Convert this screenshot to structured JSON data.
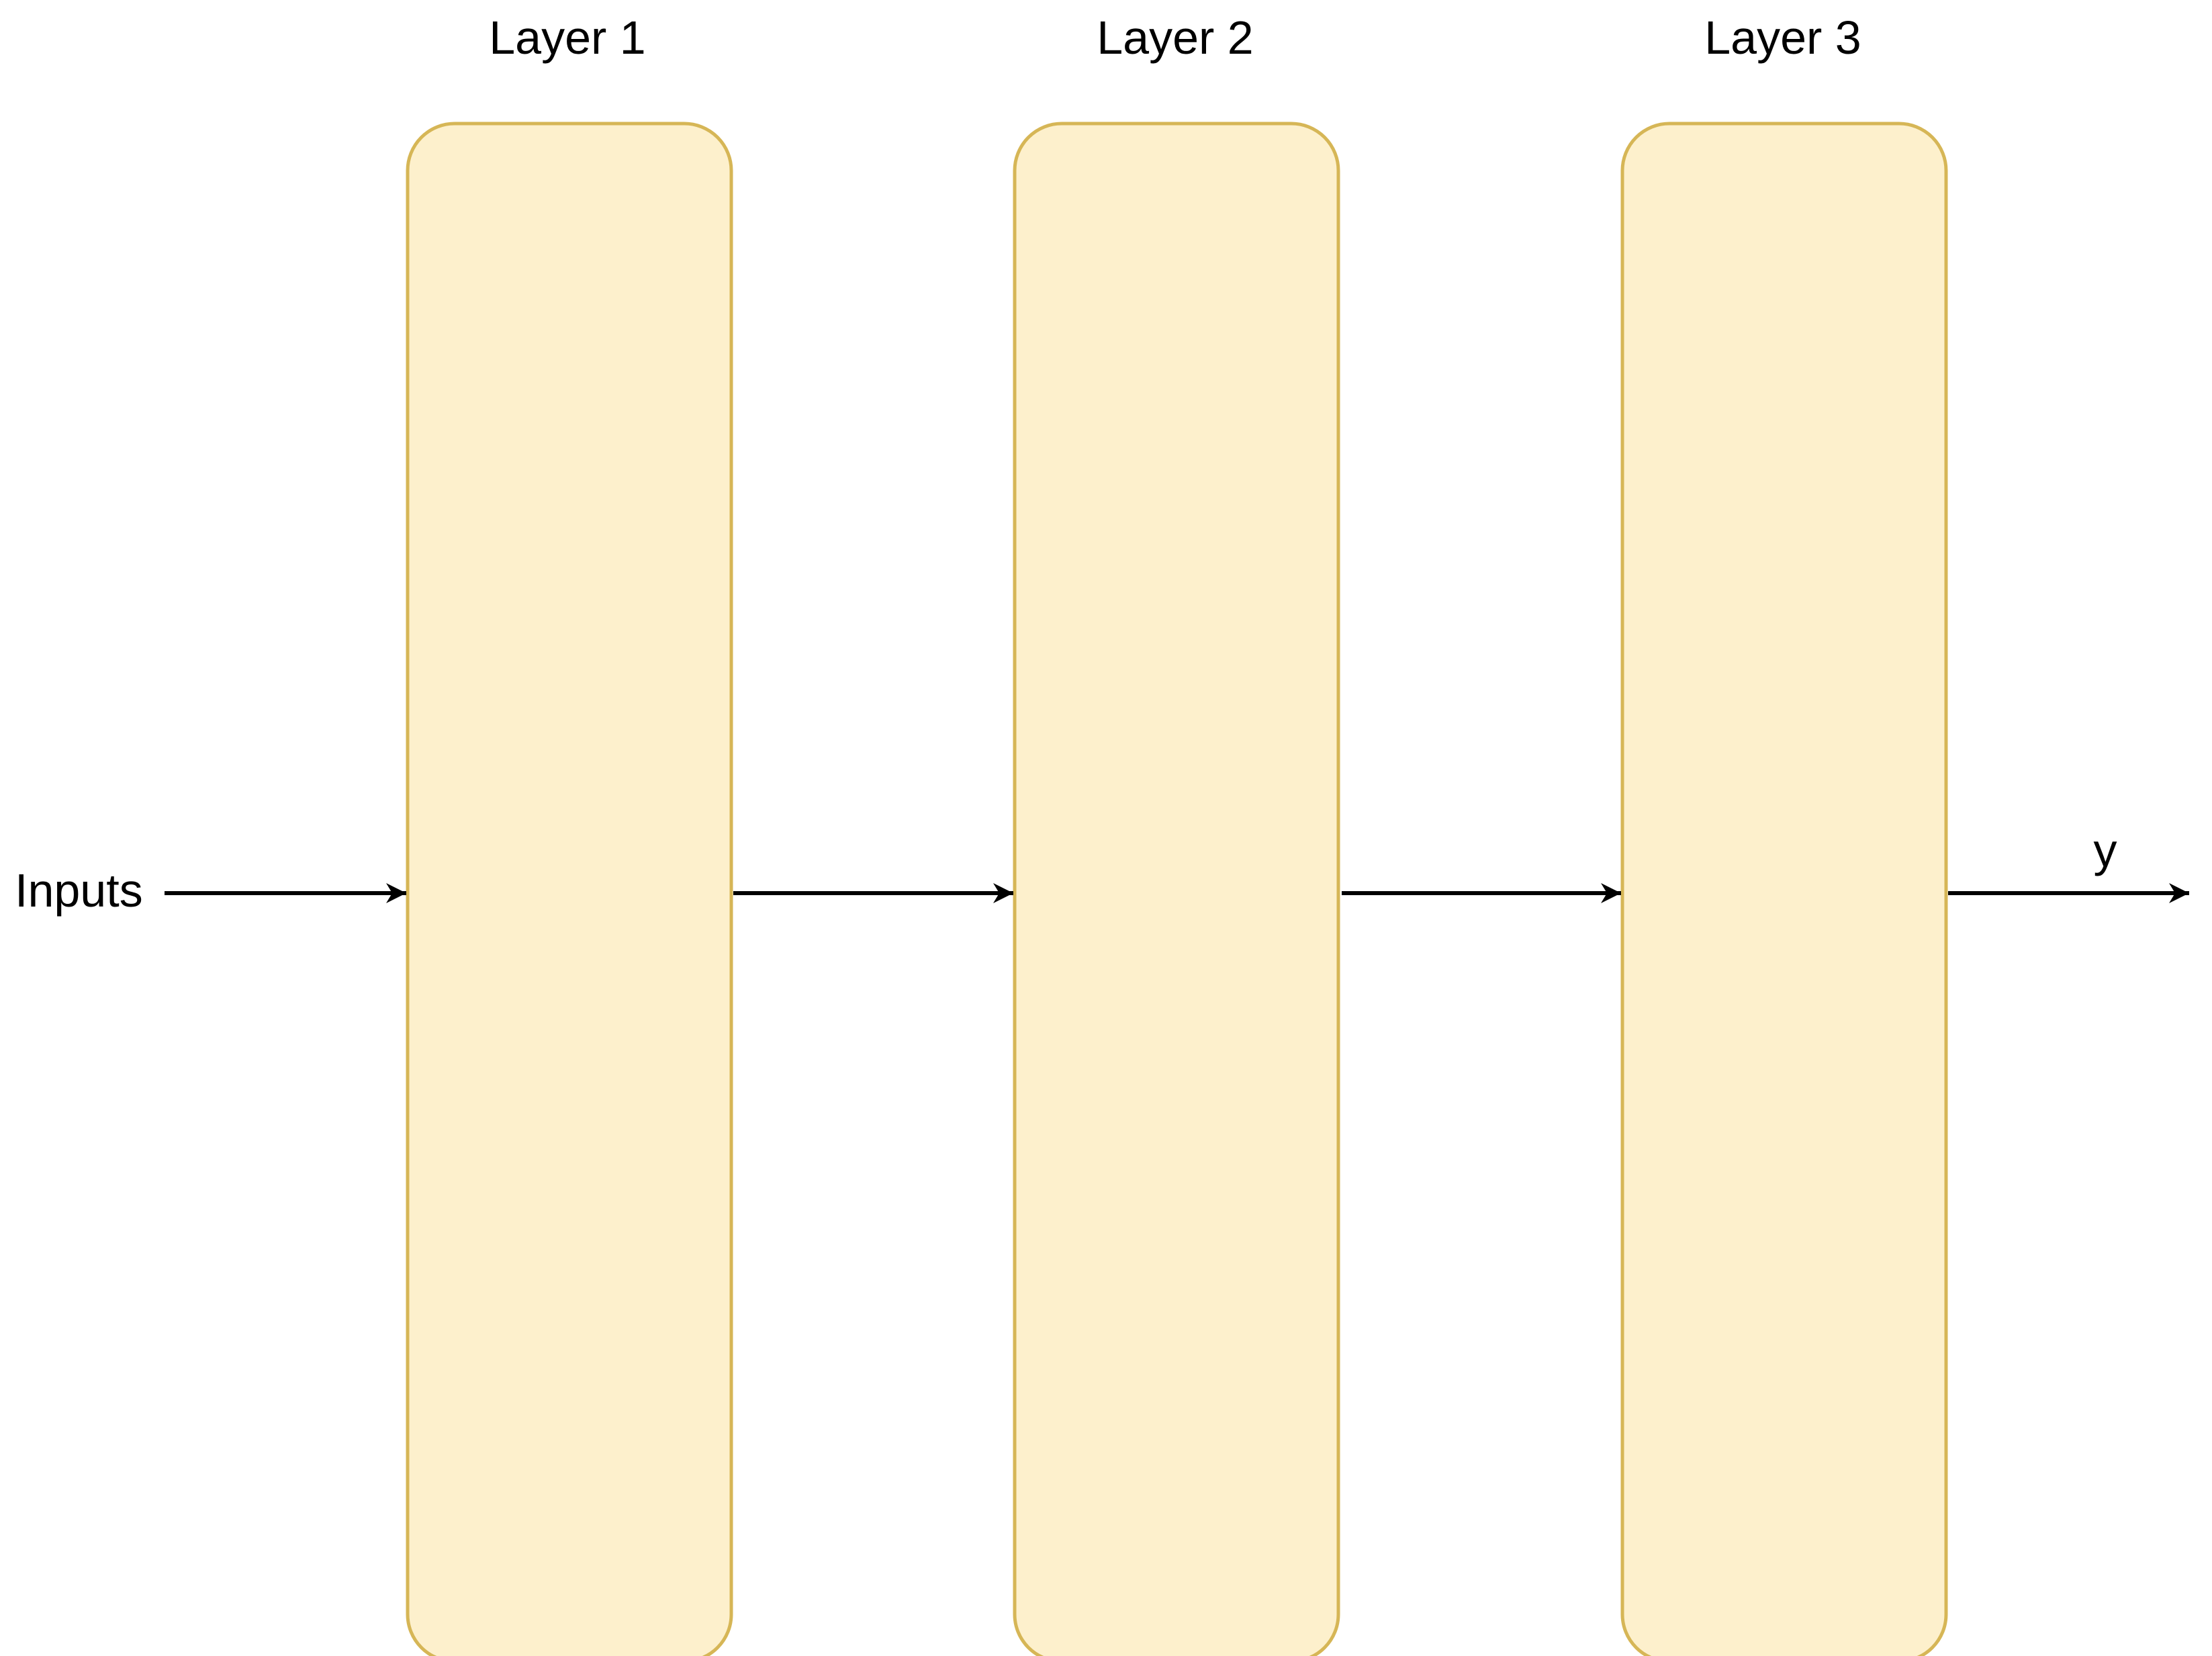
{
  "diagram": {
    "layers": [
      {
        "label": "Layer 1"
      },
      {
        "label": "Layer 2"
      },
      {
        "label": "Layer 3"
      }
    ],
    "input_label": "Inputs",
    "output_label": "y",
    "colors": {
      "layer_fill": "#fdf0cc",
      "layer_stroke": "#d6b656",
      "arrow": "#000000",
      "text": "#000000"
    }
  }
}
